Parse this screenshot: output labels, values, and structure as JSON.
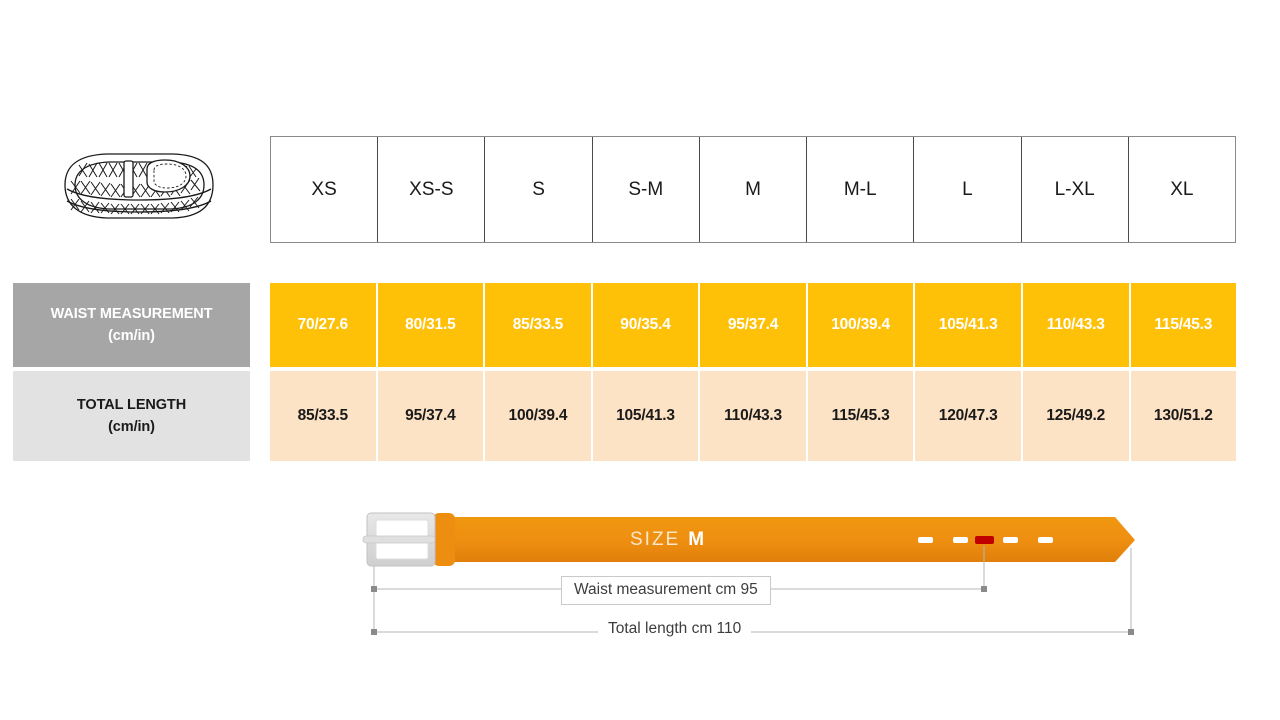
{
  "product": {
    "icon_name": "woven-belt-illustration"
  },
  "size_table": {
    "sizes": [
      "XS",
      "XS-S",
      "S",
      "S-M",
      "M",
      "M-L",
      "L",
      "L-XL",
      "XL"
    ],
    "rows": [
      {
        "label_line1": "WAIST MEASUREMENT",
        "label_line2": "(cm/in)",
        "values": [
          "70/27.6",
          "80/31.5",
          "85/33.5",
          "90/35.4",
          "95/37.4",
          "100/39.4",
          "105/41.3",
          "110/43.3",
          "115/45.3"
        ]
      },
      {
        "label_line1": "TOTAL LENGTH",
        "label_line2": "(cm/in)",
        "values": [
          "85/33.5",
          "95/37.4",
          "100/39.4",
          "105/41.3",
          "110/43.3",
          "115/45.3",
          "120/47.3",
          "125/49.2",
          "130/51.2"
        ]
      }
    ]
  },
  "belt_diagram": {
    "size_prefix": "SIZE",
    "size_value": "M",
    "waist_label": "Waist measurement cm 95",
    "length_label": "Total length cm 110",
    "holes_total": 5,
    "highlighted_hole_index": 2
  },
  "colors": {
    "amber": "#FFC107",
    "peach": "#FDE3C6",
    "label_gray": "#A6A6A6",
    "label_light_gray": "#E2E2E2",
    "belt_orange": "#EE8E11",
    "buckle_gray": "#D5D5D5",
    "hole_highlight": "#C00000",
    "hole_plain": "#FFFFFF"
  }
}
